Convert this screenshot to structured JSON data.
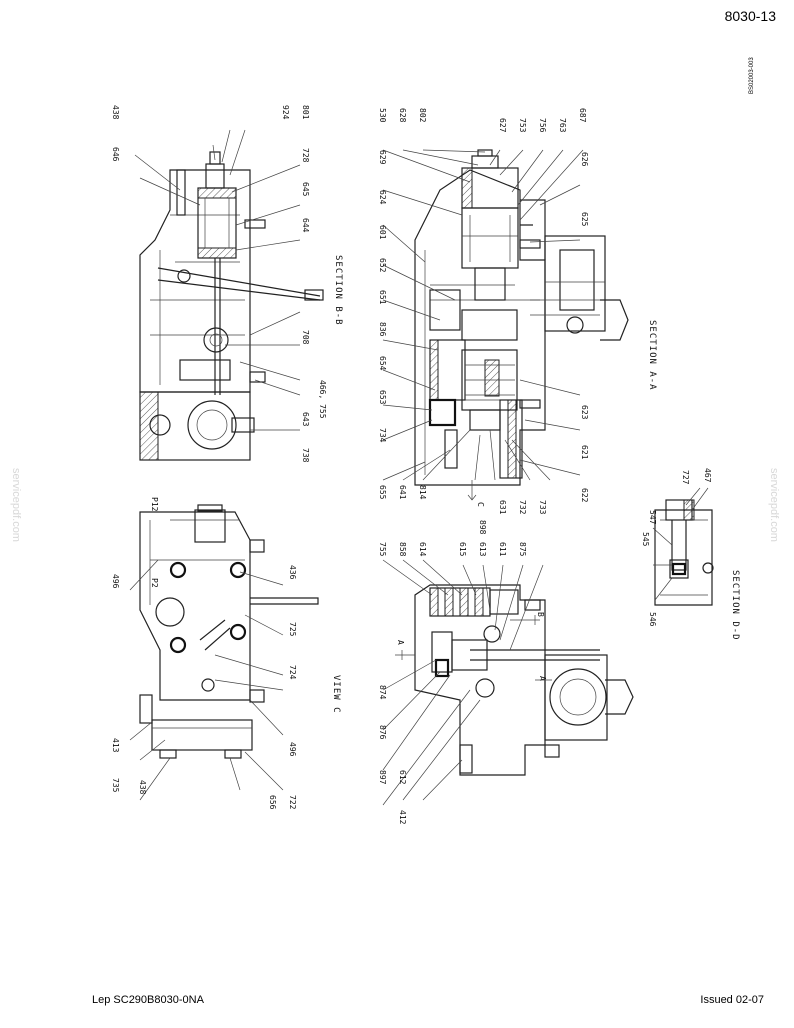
{
  "header": {
    "page_number": "8030-13"
  },
  "footer": {
    "doc_id": "Lep SC290B8030-0NA",
    "issued": "Issued 02-07"
  },
  "drawing_code": "BS02003-003",
  "watermark": "servicepdf.com",
  "views": {
    "section_bb": {
      "title": "SECTION B-B",
      "labels": [
        "438",
        "646",
        "924",
        "801",
        "728",
        "645",
        "644",
        "708",
        "643",
        "466, 755",
        "738"
      ]
    },
    "section_a": {
      "title": "SECTION A-A",
      "labels": [
        "530",
        "628",
        "802",
        "629",
        "624",
        "601",
        "652",
        "651",
        "836",
        "654",
        "653",
        "734",
        "627",
        "753",
        "756",
        "763",
        "687",
        "626",
        "625",
        "623",
        "621",
        "622",
        "733",
        "732",
        "631",
        "898",
        "814",
        "641",
        "655"
      ],
      "c_marker": "C"
    },
    "view_c": {
      "title": "VIEW C",
      "labels": [
        "496",
        "436",
        "725",
        "724",
        "496",
        "722",
        "656",
        "438",
        "735",
        "413"
      ],
      "port_p2": "P2",
      "port_p12": "P12"
    },
    "section_main": {
      "labels": [
        "755",
        "858",
        "614",
        "615",
        "613",
        "611",
        "875",
        "874",
        "876",
        "897",
        "612",
        "412"
      ],
      "marker_a": "A",
      "marker_b": "B"
    },
    "section_dd": {
      "title": "SECTION D-D",
      "labels": [
        "727",
        "467",
        "547",
        "545",
        "546"
      ]
    }
  }
}
